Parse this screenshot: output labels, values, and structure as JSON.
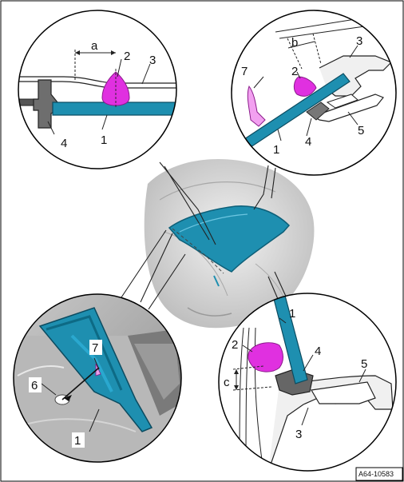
{
  "figure": {
    "reference_code": "A64-10583",
    "colors": {
      "part_blue": "#1e8fb0",
      "part_blue_dark": "#146f8a",
      "clip_magenta": "#e030e0",
      "body_gray": "#d9d9d9",
      "line": "#222222"
    }
  },
  "callouts": {
    "top_left": {
      "labels": {
        "dim_a": "a",
        "n2": "2",
        "n3": "3",
        "n4": "4",
        "n1": "1"
      }
    },
    "top_right": {
      "labels": {
        "dim_b": "b",
        "n3": "3",
        "n7": "7",
        "n2": "2",
        "n5": "5",
        "n1": "1",
        "n4": "4"
      }
    },
    "bottom_left": {
      "labels": {
        "n7": "7",
        "n6": "6",
        "n1": "1"
      }
    },
    "bottom_right": {
      "labels": {
        "n1": "1",
        "n2": "2",
        "n4": "4",
        "n5": "5",
        "dim_c": "c",
        "n3": "3"
      }
    }
  }
}
